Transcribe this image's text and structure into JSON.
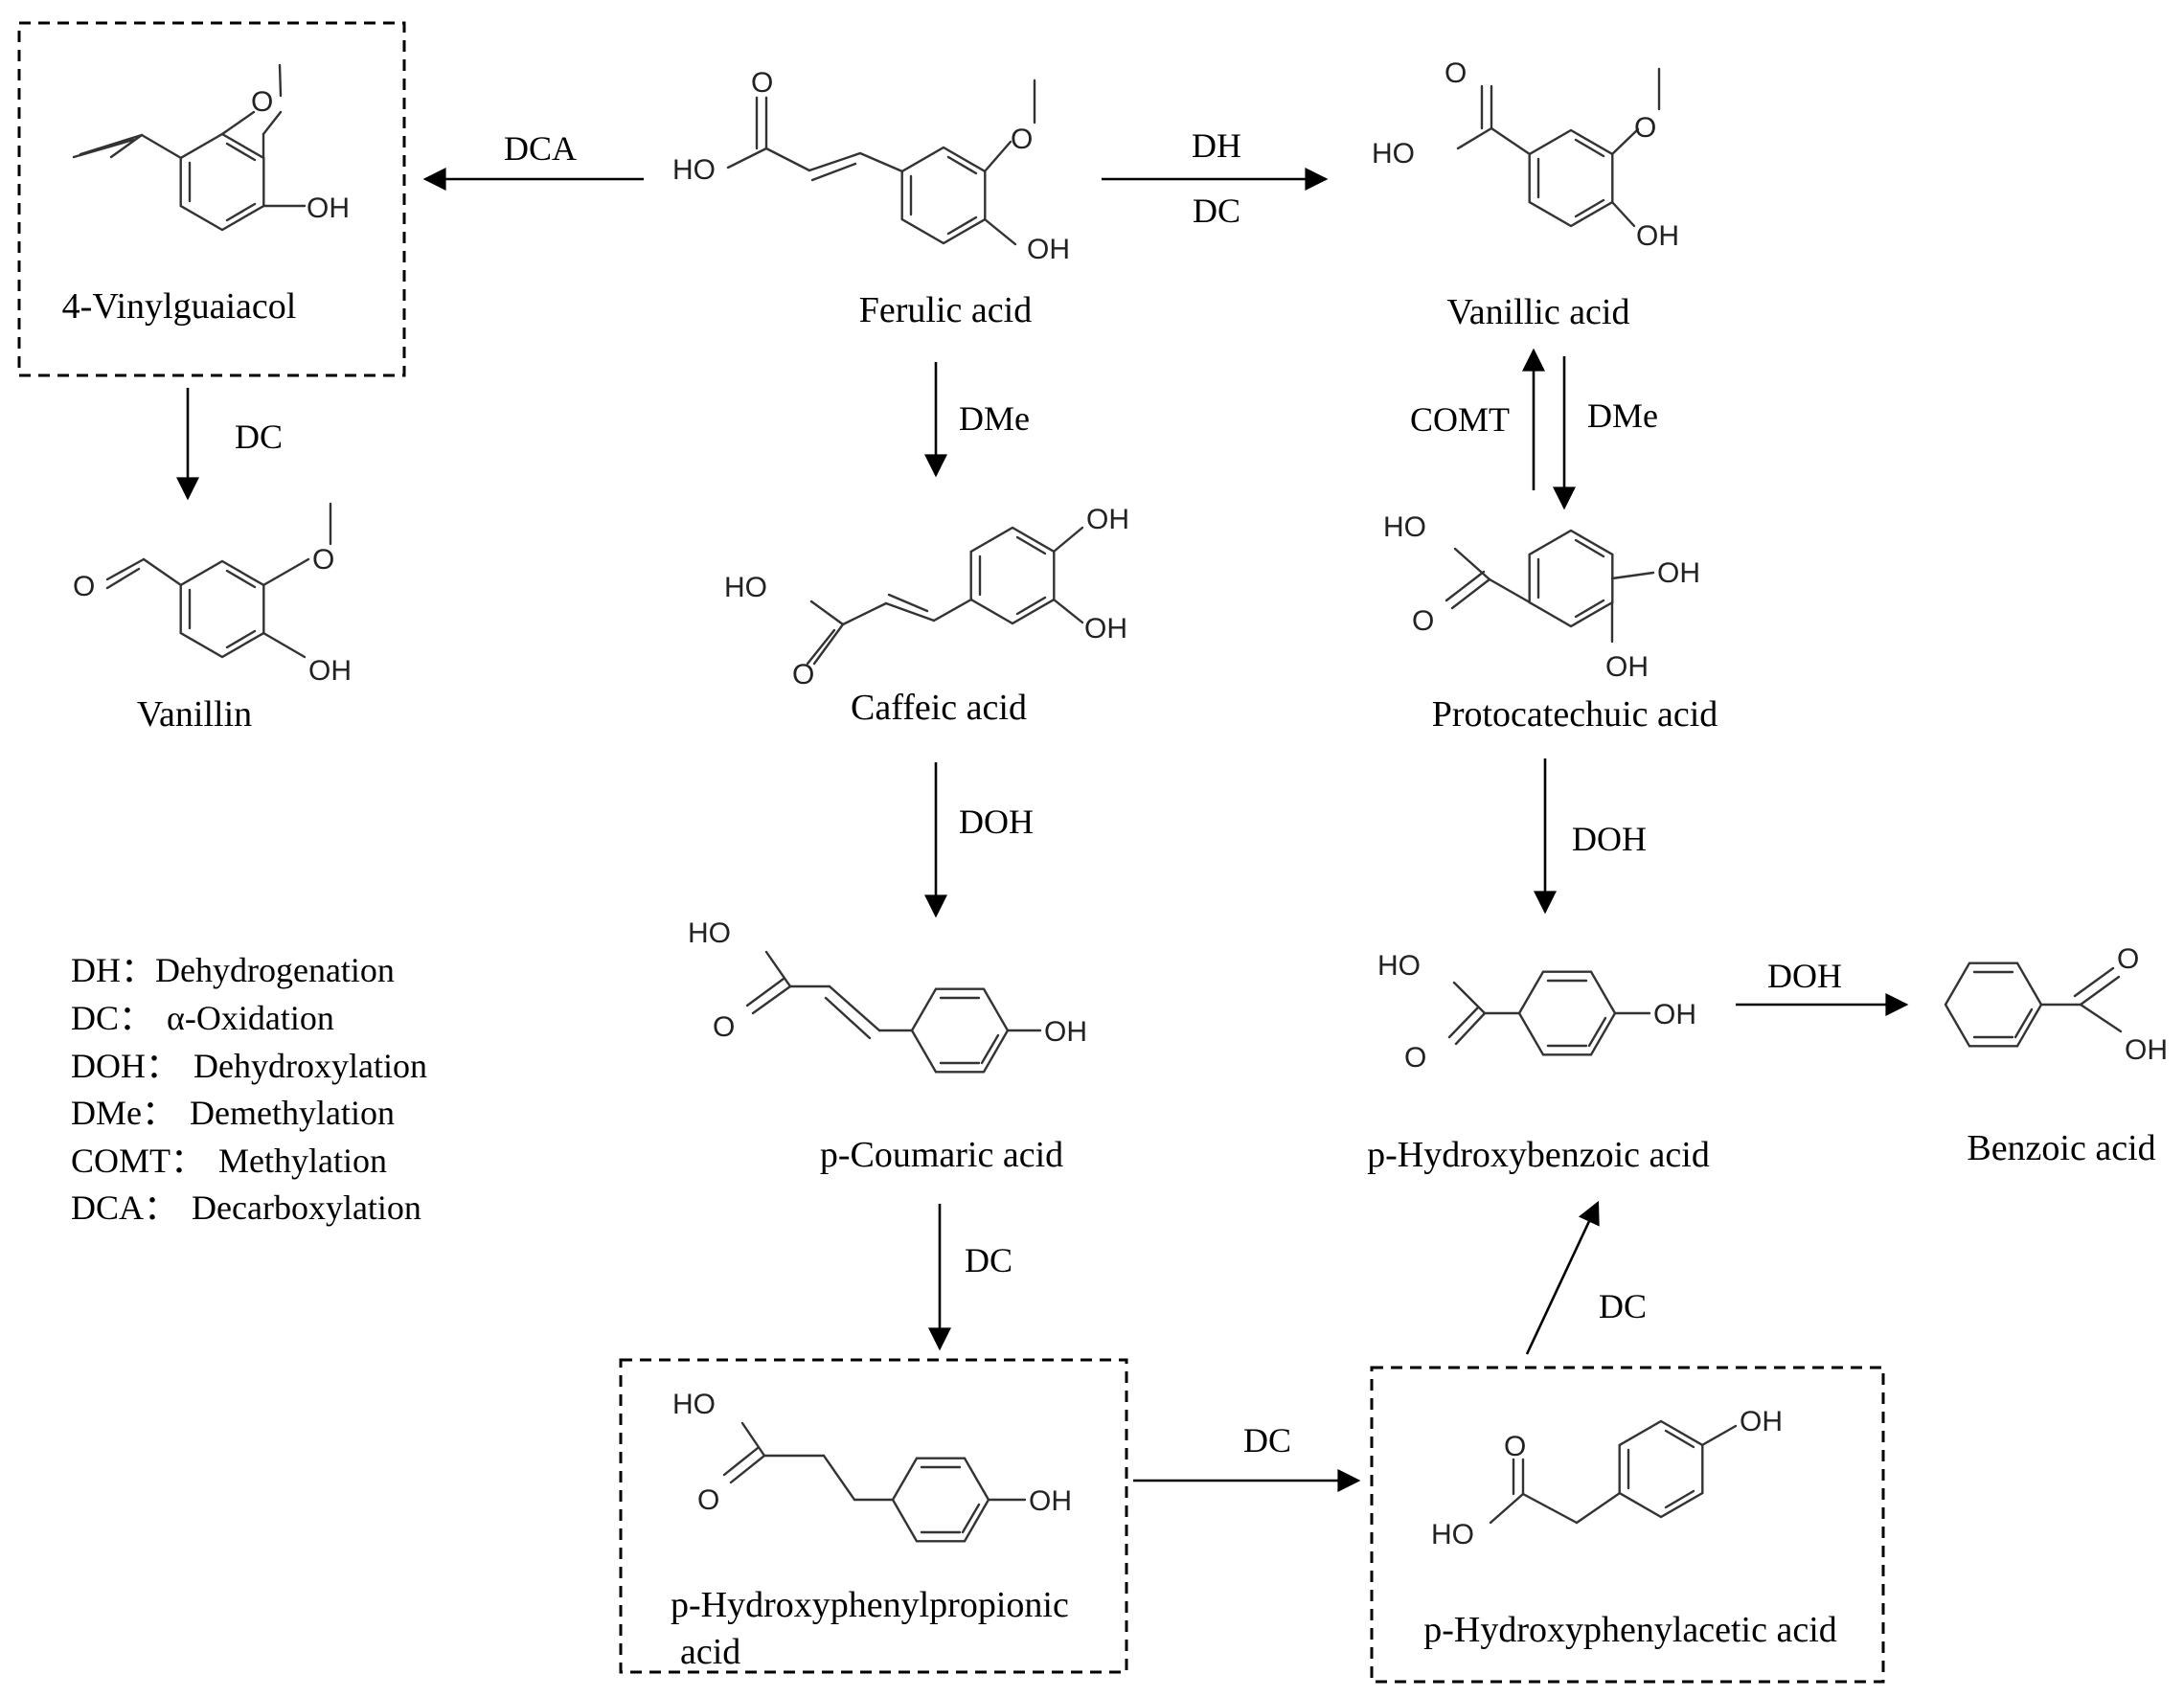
{
  "compounds": {
    "vinylguaiacol": "4-Vinylguaiacol",
    "ferulic": "Ferulic acid",
    "vanillic": "Vanillic acid",
    "vanillin": "Vanillin",
    "caffeic": "Caffeic acid",
    "protocatechuic": "Protocatechuic acid",
    "coumaric": "p-Coumaric acid",
    "hydroxybenzoic": "p-Hydroxybenzoic acid",
    "benzoic": "Benzoic acid",
    "hppa_line1": "p-Hydroxyphenylpropionic",
    "hppa_line2": "acid",
    "hpaa": "p-Hydroxyphenylacetic acid"
  },
  "atoms": {
    "oh": "OH",
    "ho": "HO",
    "o": "O"
  },
  "edges": {
    "dca": "DCA",
    "dh": "DH",
    "dc": "DC",
    "dme": "DMe",
    "comt": "COMT",
    "doh": "DOH"
  },
  "legend": [
    {
      "abbr": "DH：",
      "meaning": "Dehydrogenation"
    },
    {
      "abbr": "DC：",
      "meaning": "α-Oxidation"
    },
    {
      "abbr": "DOH：",
      "meaning": "Dehydroxylation"
    },
    {
      "abbr": "DMe：",
      "meaning": "Demethylation"
    },
    {
      "abbr": "COMT：",
      "meaning": "Methylation"
    },
    {
      "abbr": "DCA：",
      "meaning": "Decarboxylation"
    }
  ]
}
